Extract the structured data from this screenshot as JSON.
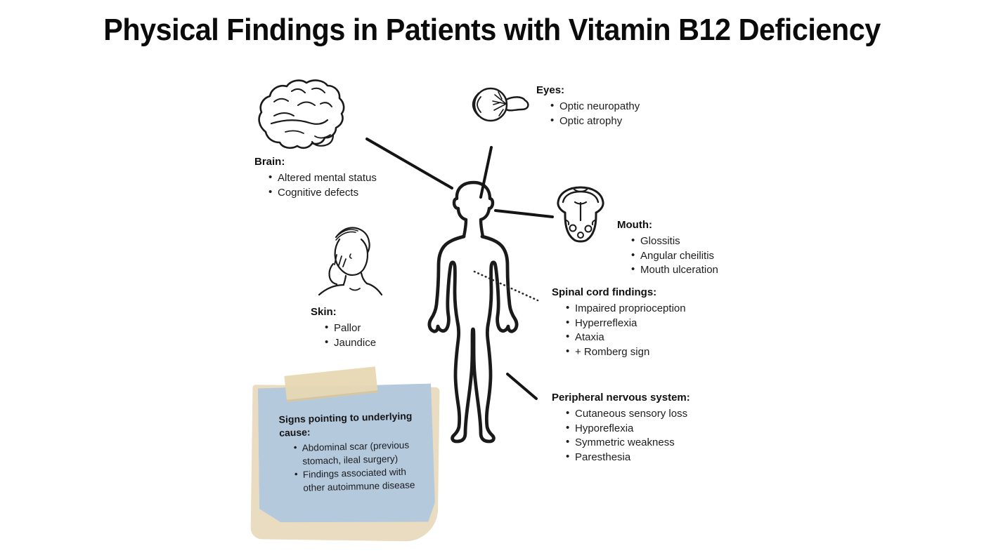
{
  "title": "Physical Findings in Patients with Vitamin B12 Deficiency",
  "sections": {
    "brain": {
      "heading": "Brain:",
      "items": [
        "Altered mental status",
        "Cognitive defects"
      ]
    },
    "eyes": {
      "heading": "Eyes:",
      "items": [
        "Optic neuropathy",
        "Optic atrophy"
      ]
    },
    "mouth": {
      "heading": "Mouth:",
      "items": [
        "Glossitis",
        "Angular cheilitis",
        "Mouth ulceration"
      ]
    },
    "skin": {
      "heading": "Skin:",
      "items": [
        "Pallor",
        "Jaundice"
      ]
    },
    "spinal": {
      "heading": "Spinal cord findings:",
      "items": [
        "Impaired proprioception",
        "Hyperreflexia",
        "Ataxia",
        "+ Romberg sign"
      ]
    },
    "peripheral": {
      "heading": "Peripheral nervous system:",
      "items": [
        "Cutaneous sensory loss",
        "Hyporeflexia",
        "Symmetric weakness",
        "Paresthesia"
      ]
    },
    "note": {
      "heading": "Signs pointing to underlying cause:",
      "items": [
        "Abdominal scar (previous stomach, ileal surgery)",
        "Findings associated with other autoimmune disease"
      ]
    }
  },
  "icons": [
    "brain-illustration",
    "eye-illustration",
    "tongue-illustration",
    "skin-face-illustration",
    "human-body-illustration"
  ],
  "colors": {
    "ink": "#1a1a1a",
    "note_blue": "#b5c9dd",
    "note_backing": "#e9dcc0",
    "tape": "#e7d8b4",
    "background": "#ffffff"
  }
}
